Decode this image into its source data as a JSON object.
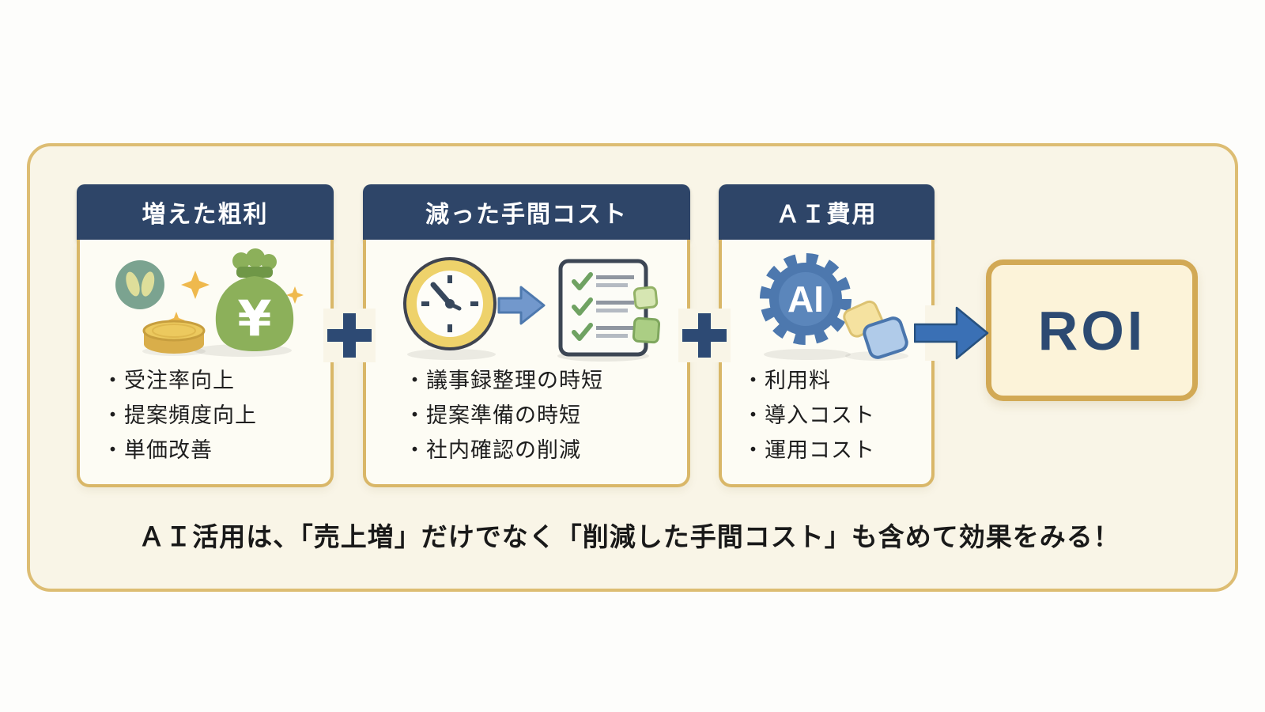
{
  "panel": {
    "cards": [
      {
        "title": "増えた粗利",
        "icon": "money-bag-coin-sparkles-icon",
        "items": [
          "受注率向上",
          "提案頻度向上",
          "単価改善"
        ]
      },
      {
        "title": "減った手間コスト",
        "icon": "clock-to-checklist-icon",
        "items": [
          "議事録整理の時短",
          "提案準備の時短",
          "社内確認の削減"
        ]
      },
      {
        "title": "ＡＩ費用",
        "icon": "ai-gear-tokens-icon",
        "items": [
          "利用料",
          "導入コスト",
          "運用コスト"
        ]
      }
    ],
    "bullet_char": "・",
    "operator_plus": "+",
    "result_label": "ROI",
    "footer_message": "ＡＩ活用は、「売上増」だけでなく「削減した手間コスト」も含めて効果をみる！"
  },
  "glyphs": {
    "yen_symbol": "¥",
    "ai_gear_label": "AI"
  },
  "colors": {
    "page_bg": "#fdfdfb",
    "panel_bg": "#f9f5e7",
    "panel_border": "#ddbd73",
    "header_navy": "#2e4568",
    "card_bg": "#fdfcf4",
    "card_border": "#d9b768",
    "plus_navy": "#2d4a74",
    "arrow_blue": "#3a70b5",
    "roi_bg": "#fcf3d9",
    "roi_border": "#d2a955",
    "roi_text": "#2c4a72",
    "body_text": "#1e1e1e",
    "money_green": "#8cb05a",
    "coin_gold": "#ecc95e",
    "clock_gold": "#eed26b",
    "check_green": "#6fa262",
    "gear_blue": "#4d78ae"
  }
}
